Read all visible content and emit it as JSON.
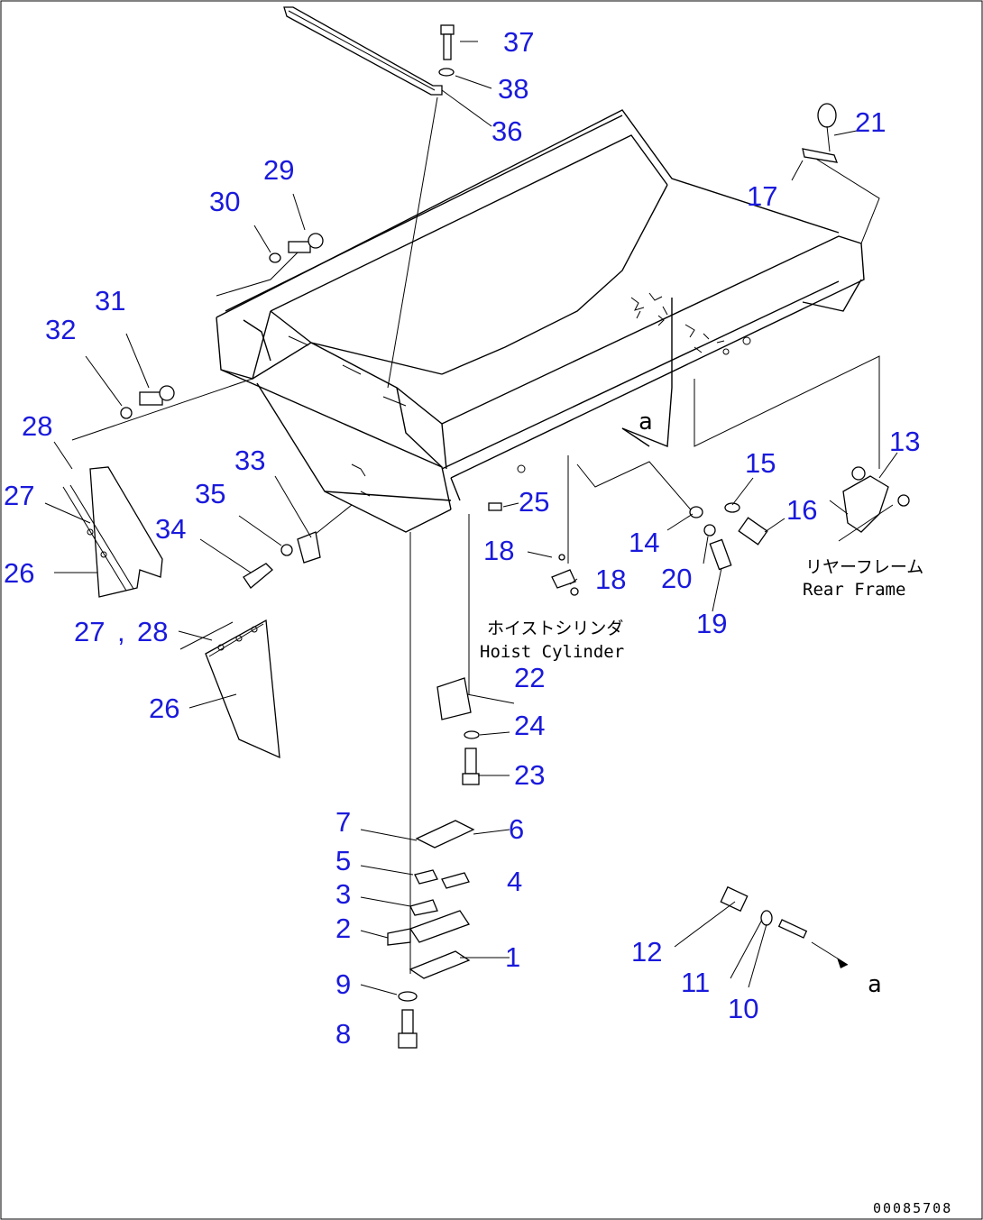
{
  "diagram": {
    "callouts": [
      "1",
      "2",
      "3",
      "4",
      "5",
      "6",
      "7",
      "8",
      "9",
      "10",
      "11",
      "12",
      "13",
      "14",
      "15",
      "16",
      "17",
      "18",
      "18",
      "19",
      "20",
      "21",
      "22",
      "23",
      "24",
      "25",
      "26",
      "26",
      "27",
      "27",
      "28",
      "28",
      "29",
      "30",
      "31",
      "32",
      "33",
      "34",
      "35",
      "36",
      "37",
      "38"
    ],
    "labels": {
      "hoist_jp": "ホイストシリンダ",
      "hoist_en": "Hoist Cylinder",
      "rear_jp": "リヤーフレーム",
      "rear_en": "Rear Frame",
      "marker_a1": "a",
      "marker_a2": "a",
      "sep": ","
    },
    "drawing_code": "00085708"
  }
}
